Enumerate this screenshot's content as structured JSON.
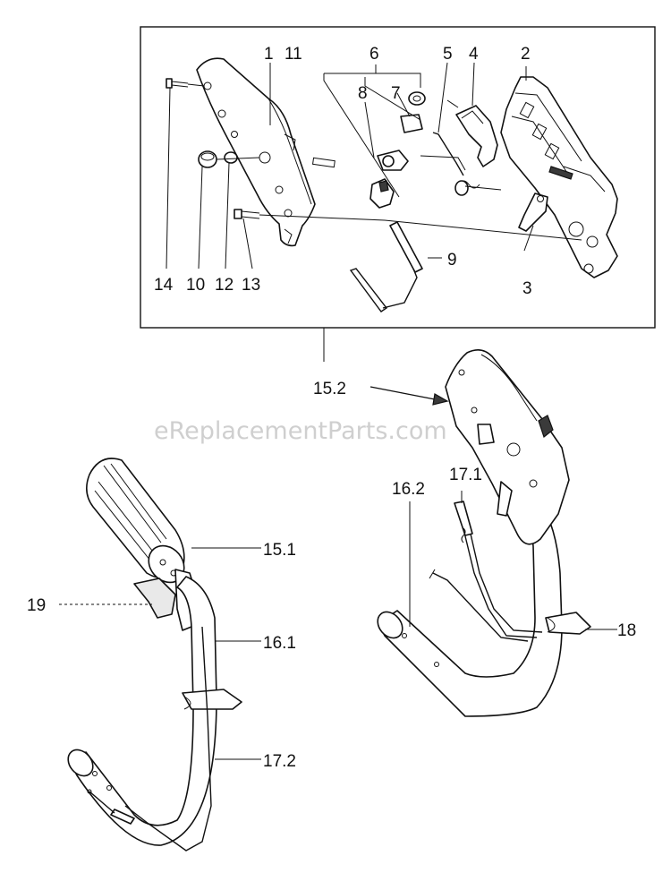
{
  "watermark": "eReplacementParts.com",
  "callouts": {
    "c1": "1",
    "c11": "11",
    "c6": "6",
    "c5": "5",
    "c4": "4",
    "c2": "2",
    "c8": "8",
    "c7": "7",
    "c3": "3",
    "c9": "9",
    "c14": "14",
    "c10": "10",
    "c12": "12",
    "c13": "13",
    "c15_2": "15.2",
    "c16_2": "16.2",
    "c17_1": "17.1",
    "c18": "18",
    "c15_1": "15.1",
    "c19": "19",
    "c16_1": "16.1",
    "c17_2": "17.2"
  }
}
